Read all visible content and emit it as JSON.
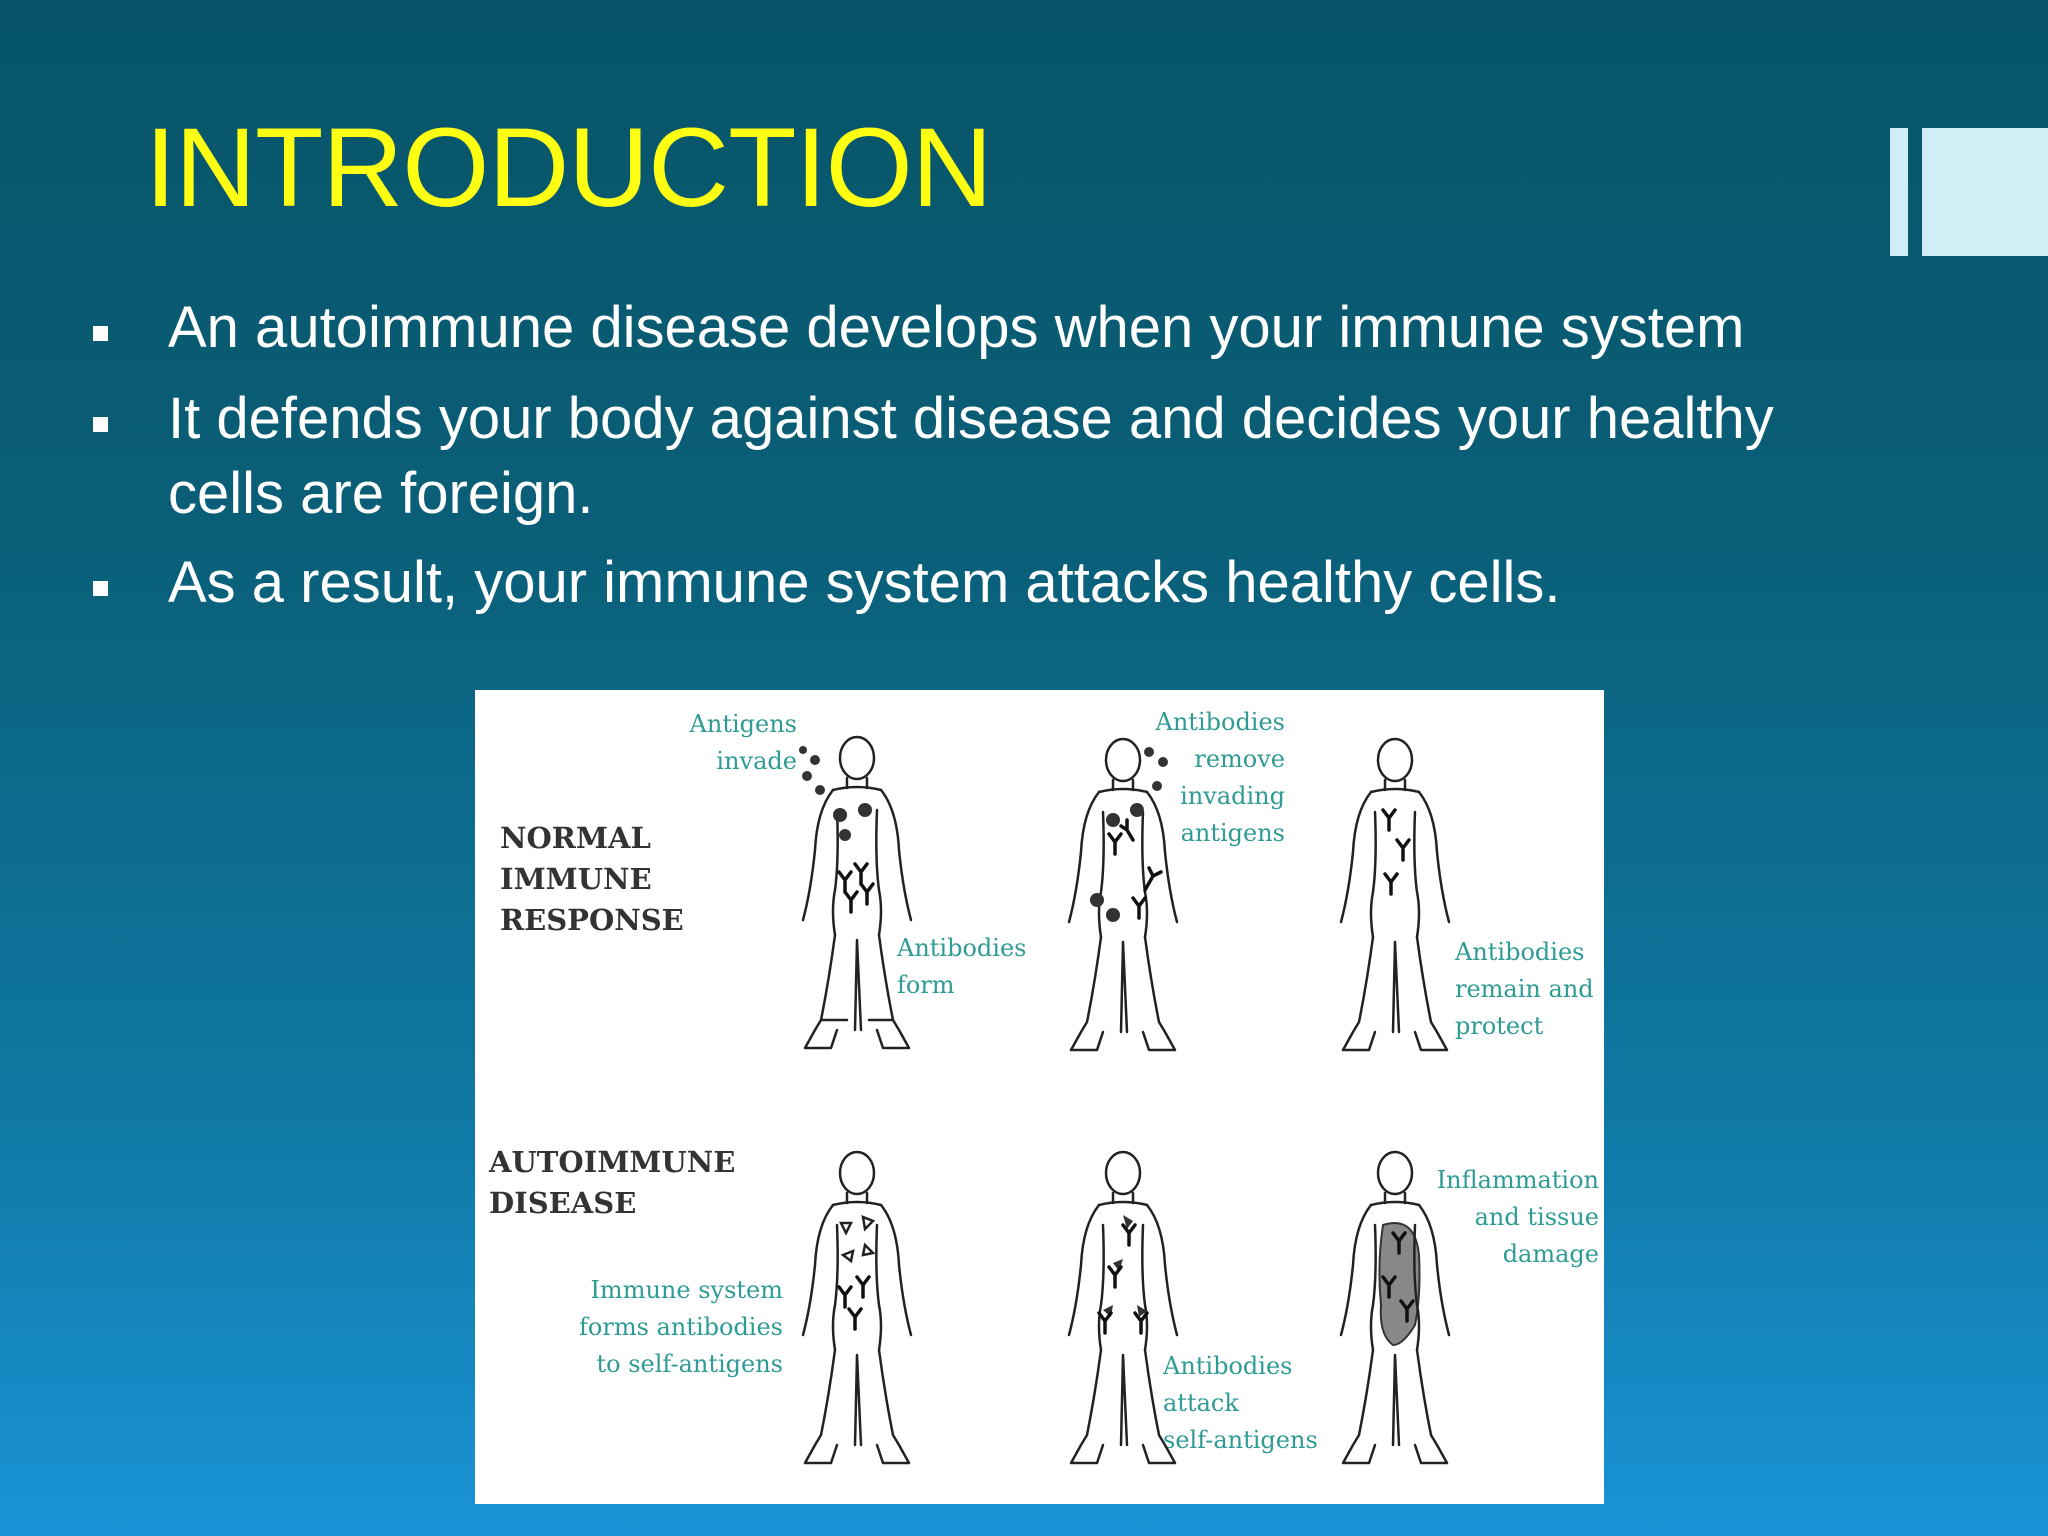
{
  "slide": {
    "title": "INTRODUCTION",
    "bullets": [
      {
        "line1": "An autoimmune disease develops when your immune system",
        "line2": ""
      },
      {
        "line1": "It defends your body against disease and decides your healthy",
        "line2": "cells are foreign."
      },
      {
        "line1": "As a result, your immune system attacks healthy cells.",
        "line2": ""
      }
    ]
  },
  "figure": {
    "normal_heading": [
      "NORMAL",
      "IMMUNE",
      "RESPONSE"
    ],
    "autoimmune_heading": [
      "AUTOIMMUNE",
      "DISEASE"
    ],
    "captions": {
      "antigens_invade": [
        "Antigens",
        "invade"
      ],
      "antibodies_form": [
        "Antibodies",
        "form"
      ],
      "antibodies_remove": [
        "Antibodies",
        "remove",
        "invading",
        "antigens"
      ],
      "antibodies_remain": [
        "Antibodies",
        "remain and",
        "protect"
      ],
      "immune_forms": [
        "Immune system",
        "forms antibodies",
        "to self-antigens"
      ],
      "antibodies_attack": [
        "Antibodies",
        "attack",
        "self-antigens"
      ],
      "inflammation": [
        "Inflammation",
        "and tissue",
        "damage"
      ]
    }
  },
  "colors": {
    "title": "#ffff14",
    "text": "#ffffff",
    "caption": "#2e9b95",
    "accent_block": "#cfeef6"
  }
}
